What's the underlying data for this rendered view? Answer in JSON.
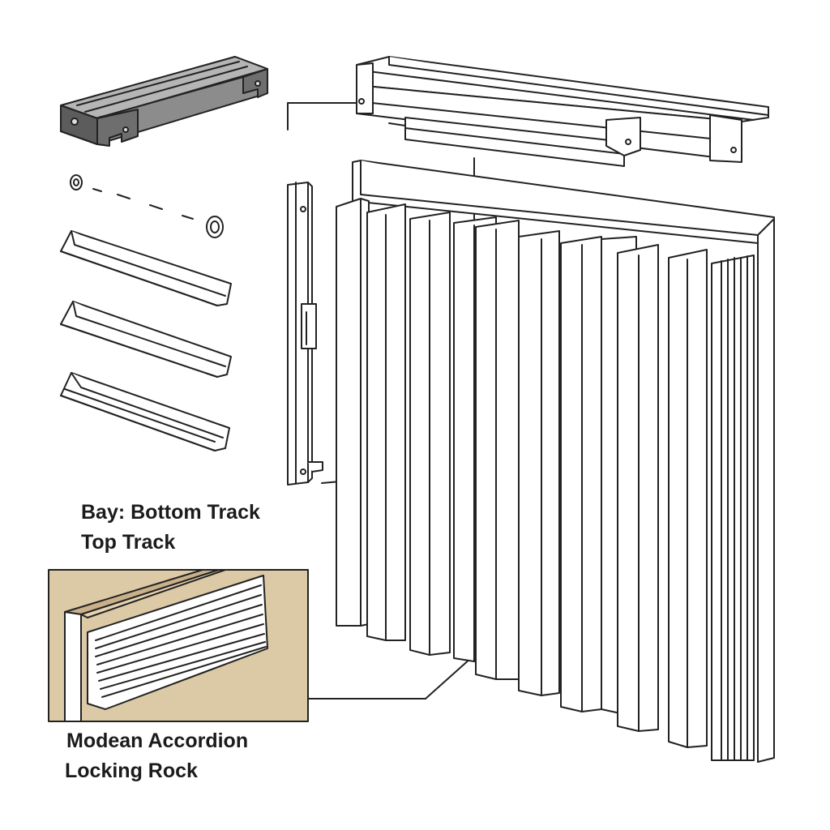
{
  "labels": {
    "bay_bottom_track": "Bay: Bottom Track",
    "top_track": "Top Track",
    "modean_accordion": "Modean Accordion",
    "locking_rock": "Locking Rock"
  },
  "colors": {
    "line": "#222222",
    "inset_background": "#dcc9a6",
    "metal_dark": "#7a7a7a",
    "panel_fill": "#ffffff"
  },
  "icons": {
    "rail_profile": "aluminum-rail-icon",
    "washer": "washer-icon",
    "bottom_channel": "channel-strip-icon",
    "side_jamb": "jamb-post-icon"
  }
}
